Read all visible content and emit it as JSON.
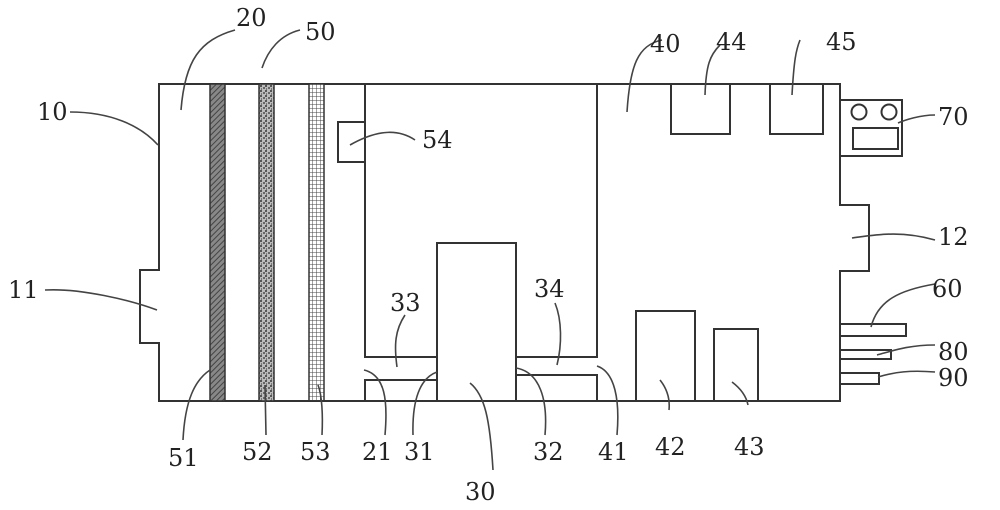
{
  "labels": {
    "l10": "10",
    "l11": "11",
    "l12": "12",
    "l20": "20",
    "l21": "21",
    "l30": "30",
    "l31": "31",
    "l32": "32",
    "l33": "33",
    "l34": "34",
    "l40": "40",
    "l41": "41",
    "l42": "42",
    "l43": "43",
    "l44": "44",
    "l45": "45",
    "l50": "50",
    "l51": "51",
    "l52": "52",
    "l53": "53",
    "l54": "54",
    "l60": "60",
    "l70": "70",
    "l80": "80",
    "l90": "90"
  }
}
